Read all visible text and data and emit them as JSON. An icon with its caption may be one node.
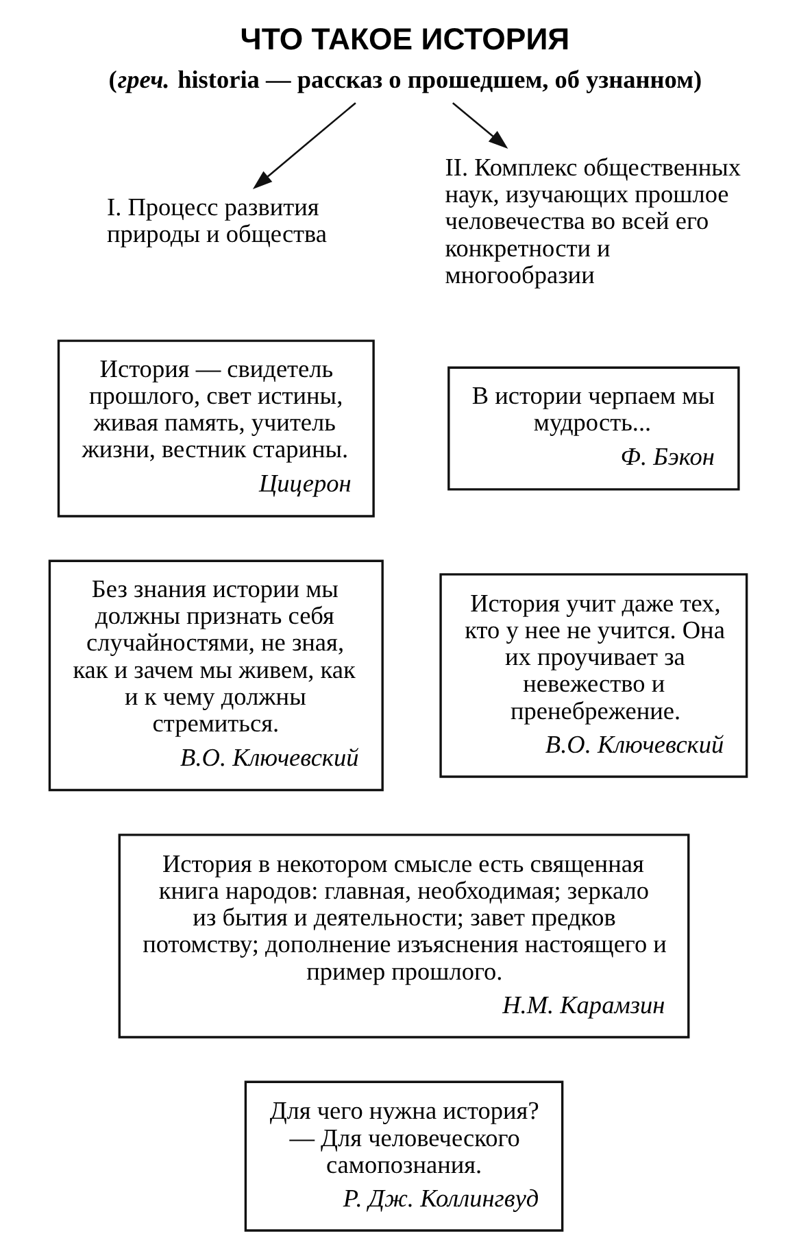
{
  "diagram": {
    "nodes": [
      {
        "text": [
          "ЧТО ТАКОЕ ИСТОРИЯ",
          "(*греч.* historia — рассказ о прошедшем, об узнанном)"
        ]
      },
      {
        "text": [
          "I. Процесс развития природы и общества"
        ]
      },
      {
        "text": [
          "II. Комплекс общественных наук, изучающих прошлое человечества во всей его конкретности и многообразии"
        ]
      },
      {
        "text": [
          "История — свидетель прошлого, свет истины, живая память, учитель жизни, вестник старины.",
          "Цицерон"
        ]
      },
      {
        "text": [
          "В истории черпаем мы мудрость...",
          "Ф. Бэкон"
        ]
      },
      {
        "text": [
          "Без знания истории мы должны признать себя случайностями, не зная, как и зачем мы живем, как и к чему должны стремиться.",
          "В.О. Ключевский"
        ]
      },
      {
        "text": [
          "История учит даже тех, кто у нее не учится. Она их проучивает за невежество и пренебрежение.",
          "В.О. Ключевский"
        ]
      },
      {
        "text": [
          "История в некотором смысле есть священная книга народов: главная, необходимая; зеркало из бытия и деятельности; завет предков потомству; дополнение изъяснения настоящего и пример прошлого.",
          "Н.М. Карамзин"
        ]
      },
      {
        "text": [
          "Для чего нужна история? — Для человеческого самопознания.",
          "Р. Дж. Коллингвуд"
        ]
      }
    ],
    "edges": [
      {
        "from": 0,
        "to": 1,
        "arrow": "to"
      },
      {
        "from": 0,
        "to": 2,
        "arrow": "to"
      }
    ]
  }
}
